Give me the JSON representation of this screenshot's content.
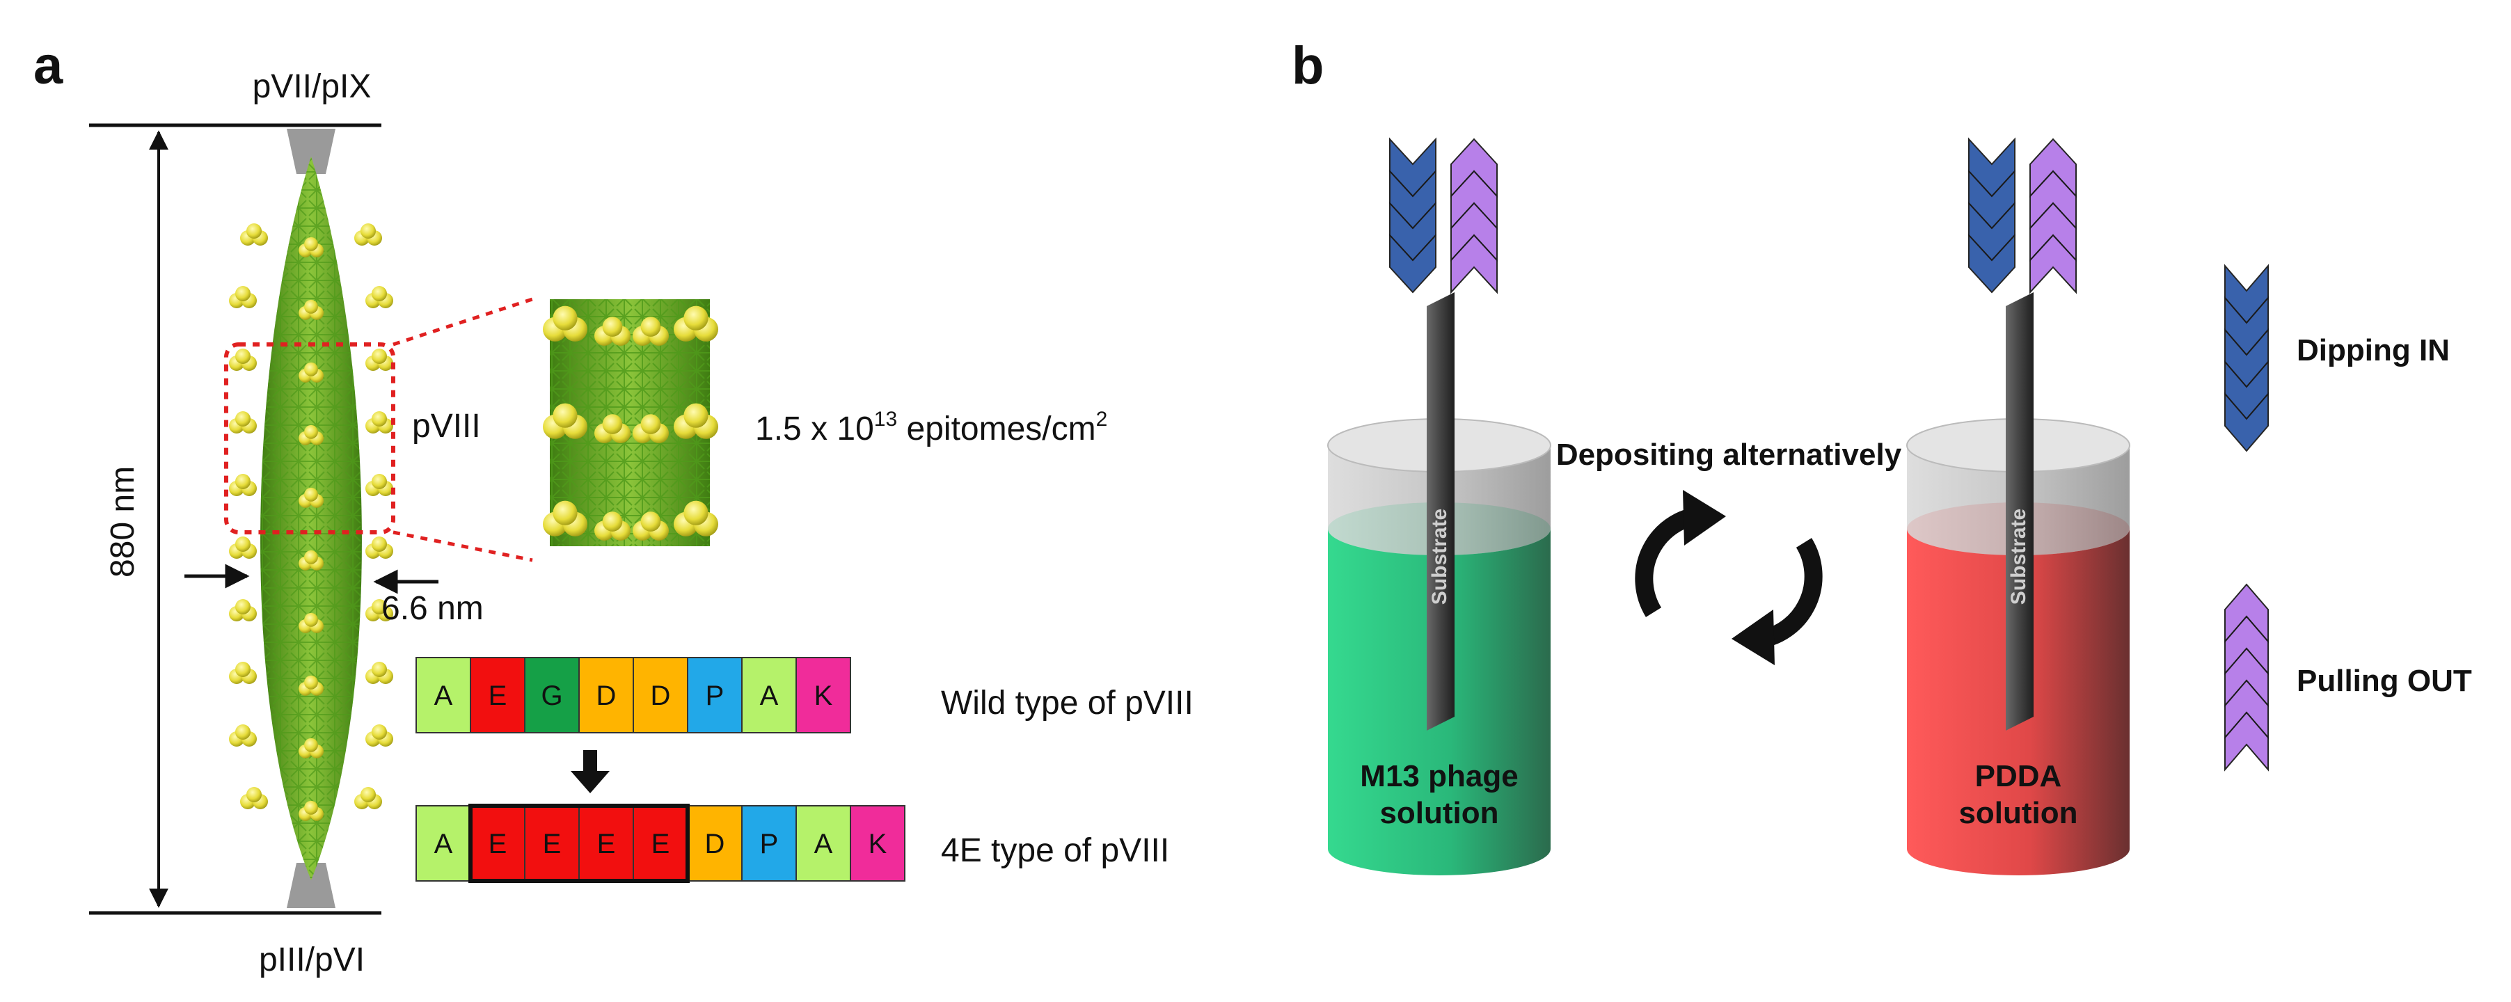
{
  "panel_a": {
    "letter": "a",
    "top_proteins": "pVII/pIX",
    "bottom_proteins": "pIII/pVI",
    "length": "880 nm",
    "width": "6.6 nm",
    "major_coat_label": "pVIII",
    "epitope_density": {
      "prefix": "1.5 x 10",
      "exponent": "13",
      "unit": " epitomes/cm",
      "unit_exponent": "2"
    },
    "wild_type": {
      "label": "Wild type of pVIII",
      "residues": [
        {
          "aa": "A",
          "color": "#b5f26a"
        },
        {
          "aa": "E",
          "color": "#f20f0f"
        },
        {
          "aa": "G",
          "color": "#15a047"
        },
        {
          "aa": "D",
          "color": "#ffb400"
        },
        {
          "aa": "D",
          "color": "#ffb400"
        },
        {
          "aa": "P",
          "color": "#22a8e8"
        },
        {
          "aa": "A",
          "color": "#b5f26a"
        },
        {
          "aa": "K",
          "color": "#f02c9a"
        }
      ]
    },
    "mutant": {
      "label": "4E type of pVIII",
      "residues": [
        {
          "aa": "A",
          "color": "#b5f26a"
        },
        {
          "aa": "E",
          "color": "#f20f0f"
        },
        {
          "aa": "E",
          "color": "#f20f0f"
        },
        {
          "aa": "E",
          "color": "#f20f0f"
        },
        {
          "aa": "E",
          "color": "#f20f0f"
        },
        {
          "aa": "D",
          "color": "#ffb400"
        },
        {
          "aa": "P",
          "color": "#22a8e8"
        },
        {
          "aa": "A",
          "color": "#b5f26a"
        },
        {
          "aa": "K",
          "color": "#f02c9a"
        }
      ]
    }
  },
  "panel_b": {
    "letter": "b",
    "process_label": "Depositing alternatively",
    "substrate_label": "Substrate",
    "beakers": [
      {
        "line1": "M13 phage",
        "line2": "solution",
        "liquid_color": "#2fd68a"
      },
      {
        "line1": "PDDA",
        "line2": "solution",
        "liquid_color": "#f04a4a"
      }
    ],
    "legend": {
      "dipping": "Dipping IN",
      "pulling": "Pulling OUT",
      "dipping_color": "#2f5aa8",
      "pulling_color": "#b47ae8"
    }
  }
}
